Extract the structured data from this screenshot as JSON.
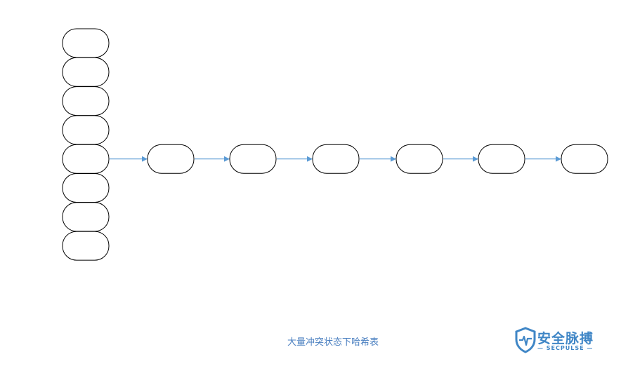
{
  "diagram": {
    "caption": "大量冲突状态下哈希表",
    "bucket_count": 8,
    "collision_bucket_index": 4,
    "chain_length": 6,
    "colors": {
      "node_stroke": "#000000",
      "node_fill": "#ffffff",
      "arrow": "#5b9bd5",
      "caption": "#4a7fc0"
    }
  },
  "watermark": {
    "brand": "安全脉搏",
    "sub": "— SECPULSE —",
    "color": "#3f86c6",
    "icon": "shield-pulse-icon"
  }
}
